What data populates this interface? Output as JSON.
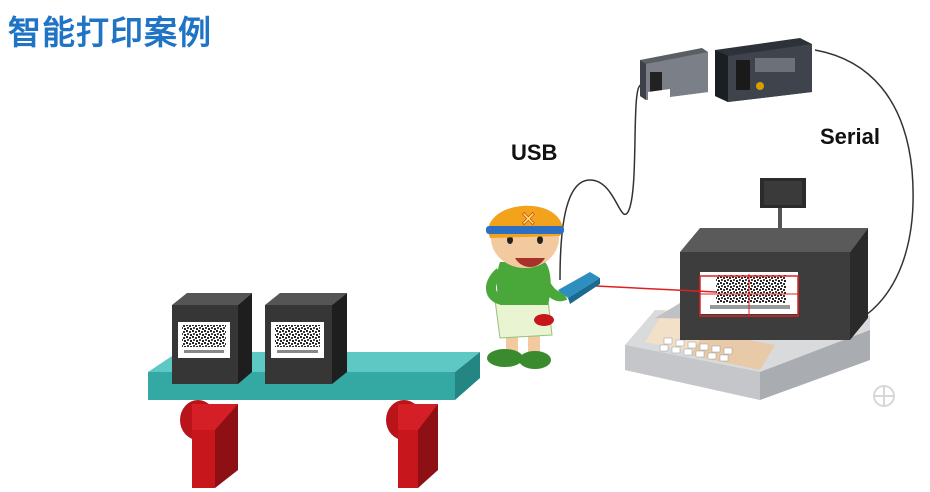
{
  "title": "智能打印案例",
  "labels": {
    "usb": "USB",
    "serial": "Serial"
  },
  "colors": {
    "title": "#1f74c6",
    "conveyor_top": "#5ec9c4",
    "conveyor_legs": "#c8161d",
    "laser": "#e02020"
  }
}
